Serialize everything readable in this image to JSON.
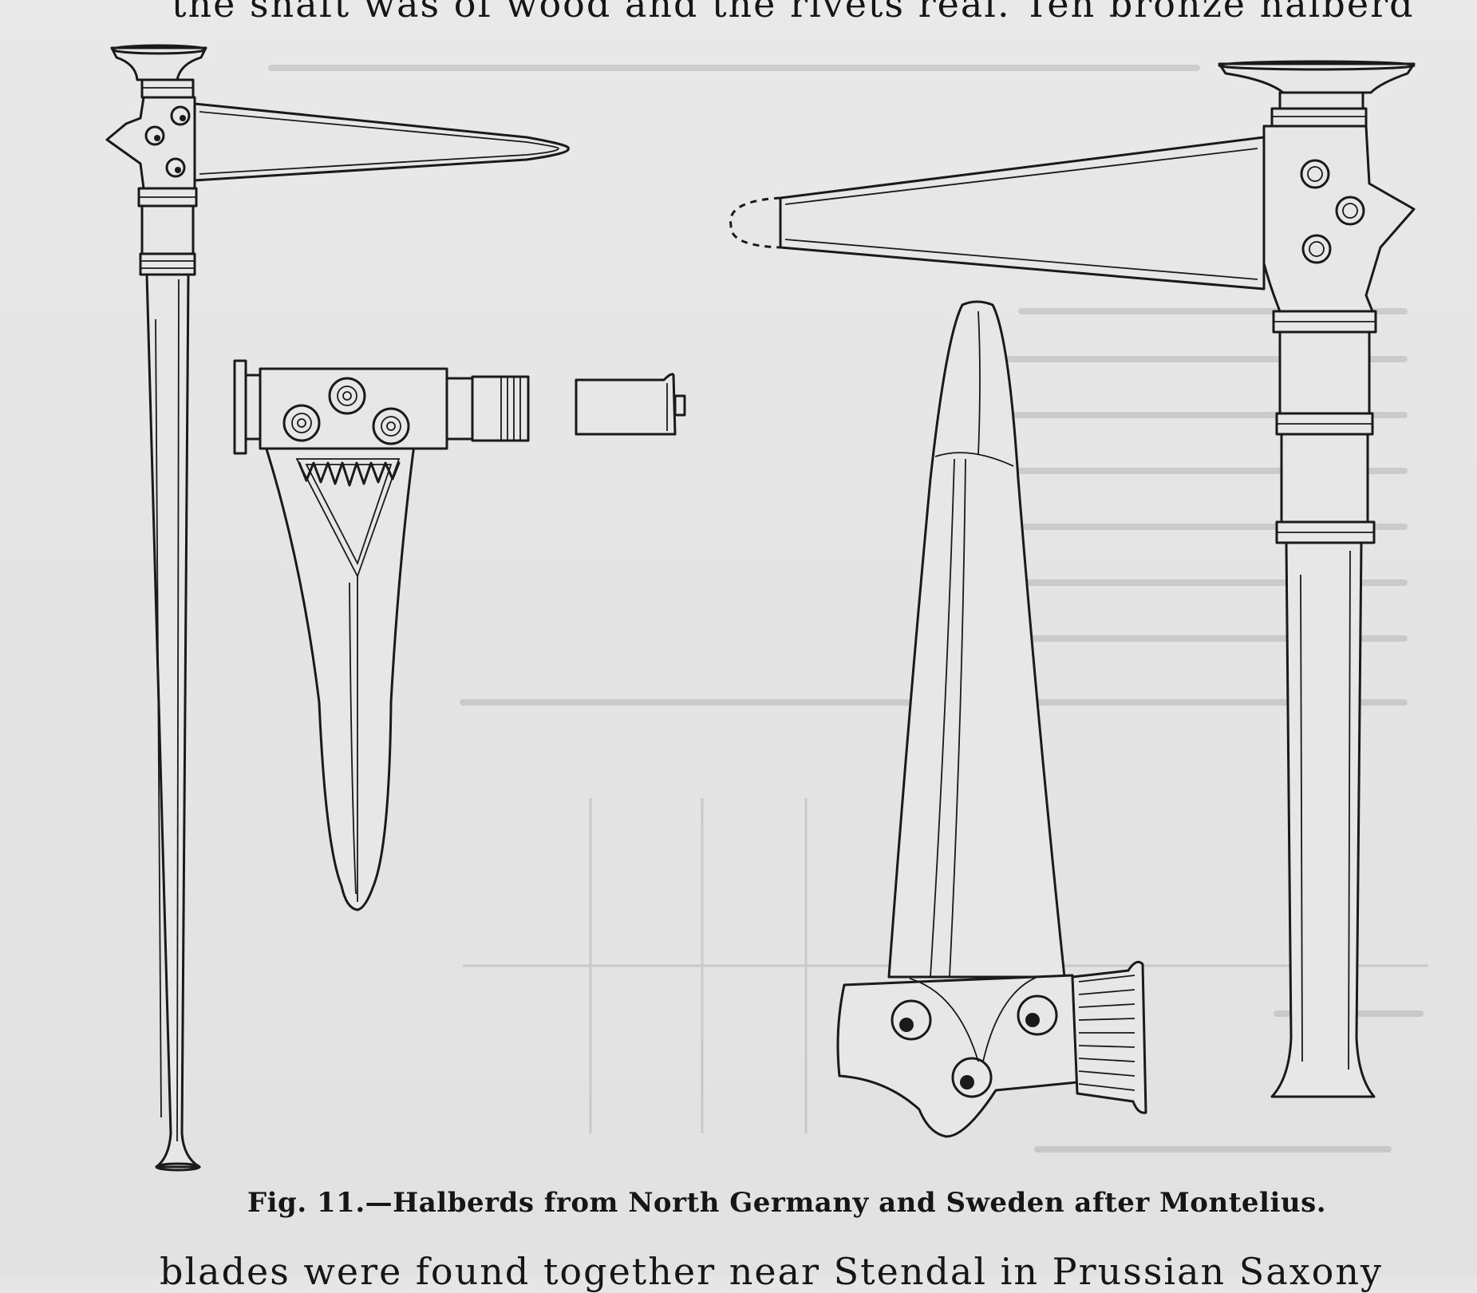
{
  "page": {
    "top_text": "the shaft was of wood and the rivets real.   Ten bronze halberd",
    "bottom_text": "blades were found together near Stendal in Prussian Saxony",
    "caption": "Fig. 11.—Halberds from North Germany and Sweden after Montelius."
  }
}
